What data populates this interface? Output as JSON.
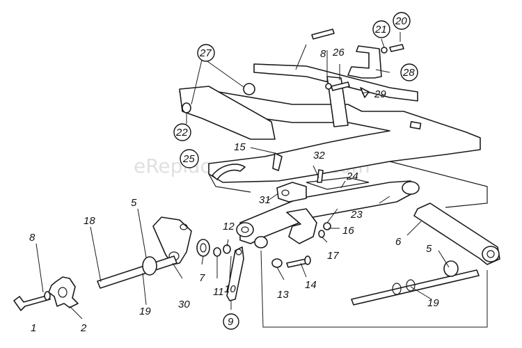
{
  "watermark": "eReplacementParts.com",
  "callouts": [
    {
      "label": "1",
      "circled": false
    },
    {
      "label": "2",
      "circled": false
    },
    {
      "label": "8",
      "circled": false
    },
    {
      "label": "18",
      "circled": false
    },
    {
      "label": "19",
      "circled": false
    },
    {
      "label": "5",
      "circled": false
    },
    {
      "label": "30",
      "circled": false
    },
    {
      "label": "7",
      "circled": false
    },
    {
      "label": "11",
      "circled": false
    },
    {
      "label": "10",
      "circled": false
    },
    {
      "label": "12",
      "circled": false
    },
    {
      "label": "9",
      "circled": true
    },
    {
      "label": "13",
      "circled": false
    },
    {
      "label": "14",
      "circled": false
    },
    {
      "label": "17",
      "circled": false
    },
    {
      "label": "16",
      "circled": false
    },
    {
      "label": "23",
      "circled": false
    },
    {
      "label": "6",
      "circled": false
    },
    {
      "label": "5",
      "circled": false
    },
    {
      "label": "19",
      "circled": false
    },
    {
      "label": "31",
      "circled": false
    },
    {
      "label": "24",
      "circled": false
    },
    {
      "label": "32",
      "circled": false
    },
    {
      "label": "15",
      "circled": false
    },
    {
      "label": "25",
      "circled": true
    },
    {
      "label": "22",
      "circled": true
    },
    {
      "label": "27",
      "circled": true
    },
    {
      "label": "8",
      "circled": false
    },
    {
      "label": "26",
      "circled": false
    },
    {
      "label": "21",
      "circled": true
    },
    {
      "label": "20",
      "circled": true
    },
    {
      "label": "28",
      "circled": true
    },
    {
      "label": "29",
      "circled": false
    }
  ]
}
